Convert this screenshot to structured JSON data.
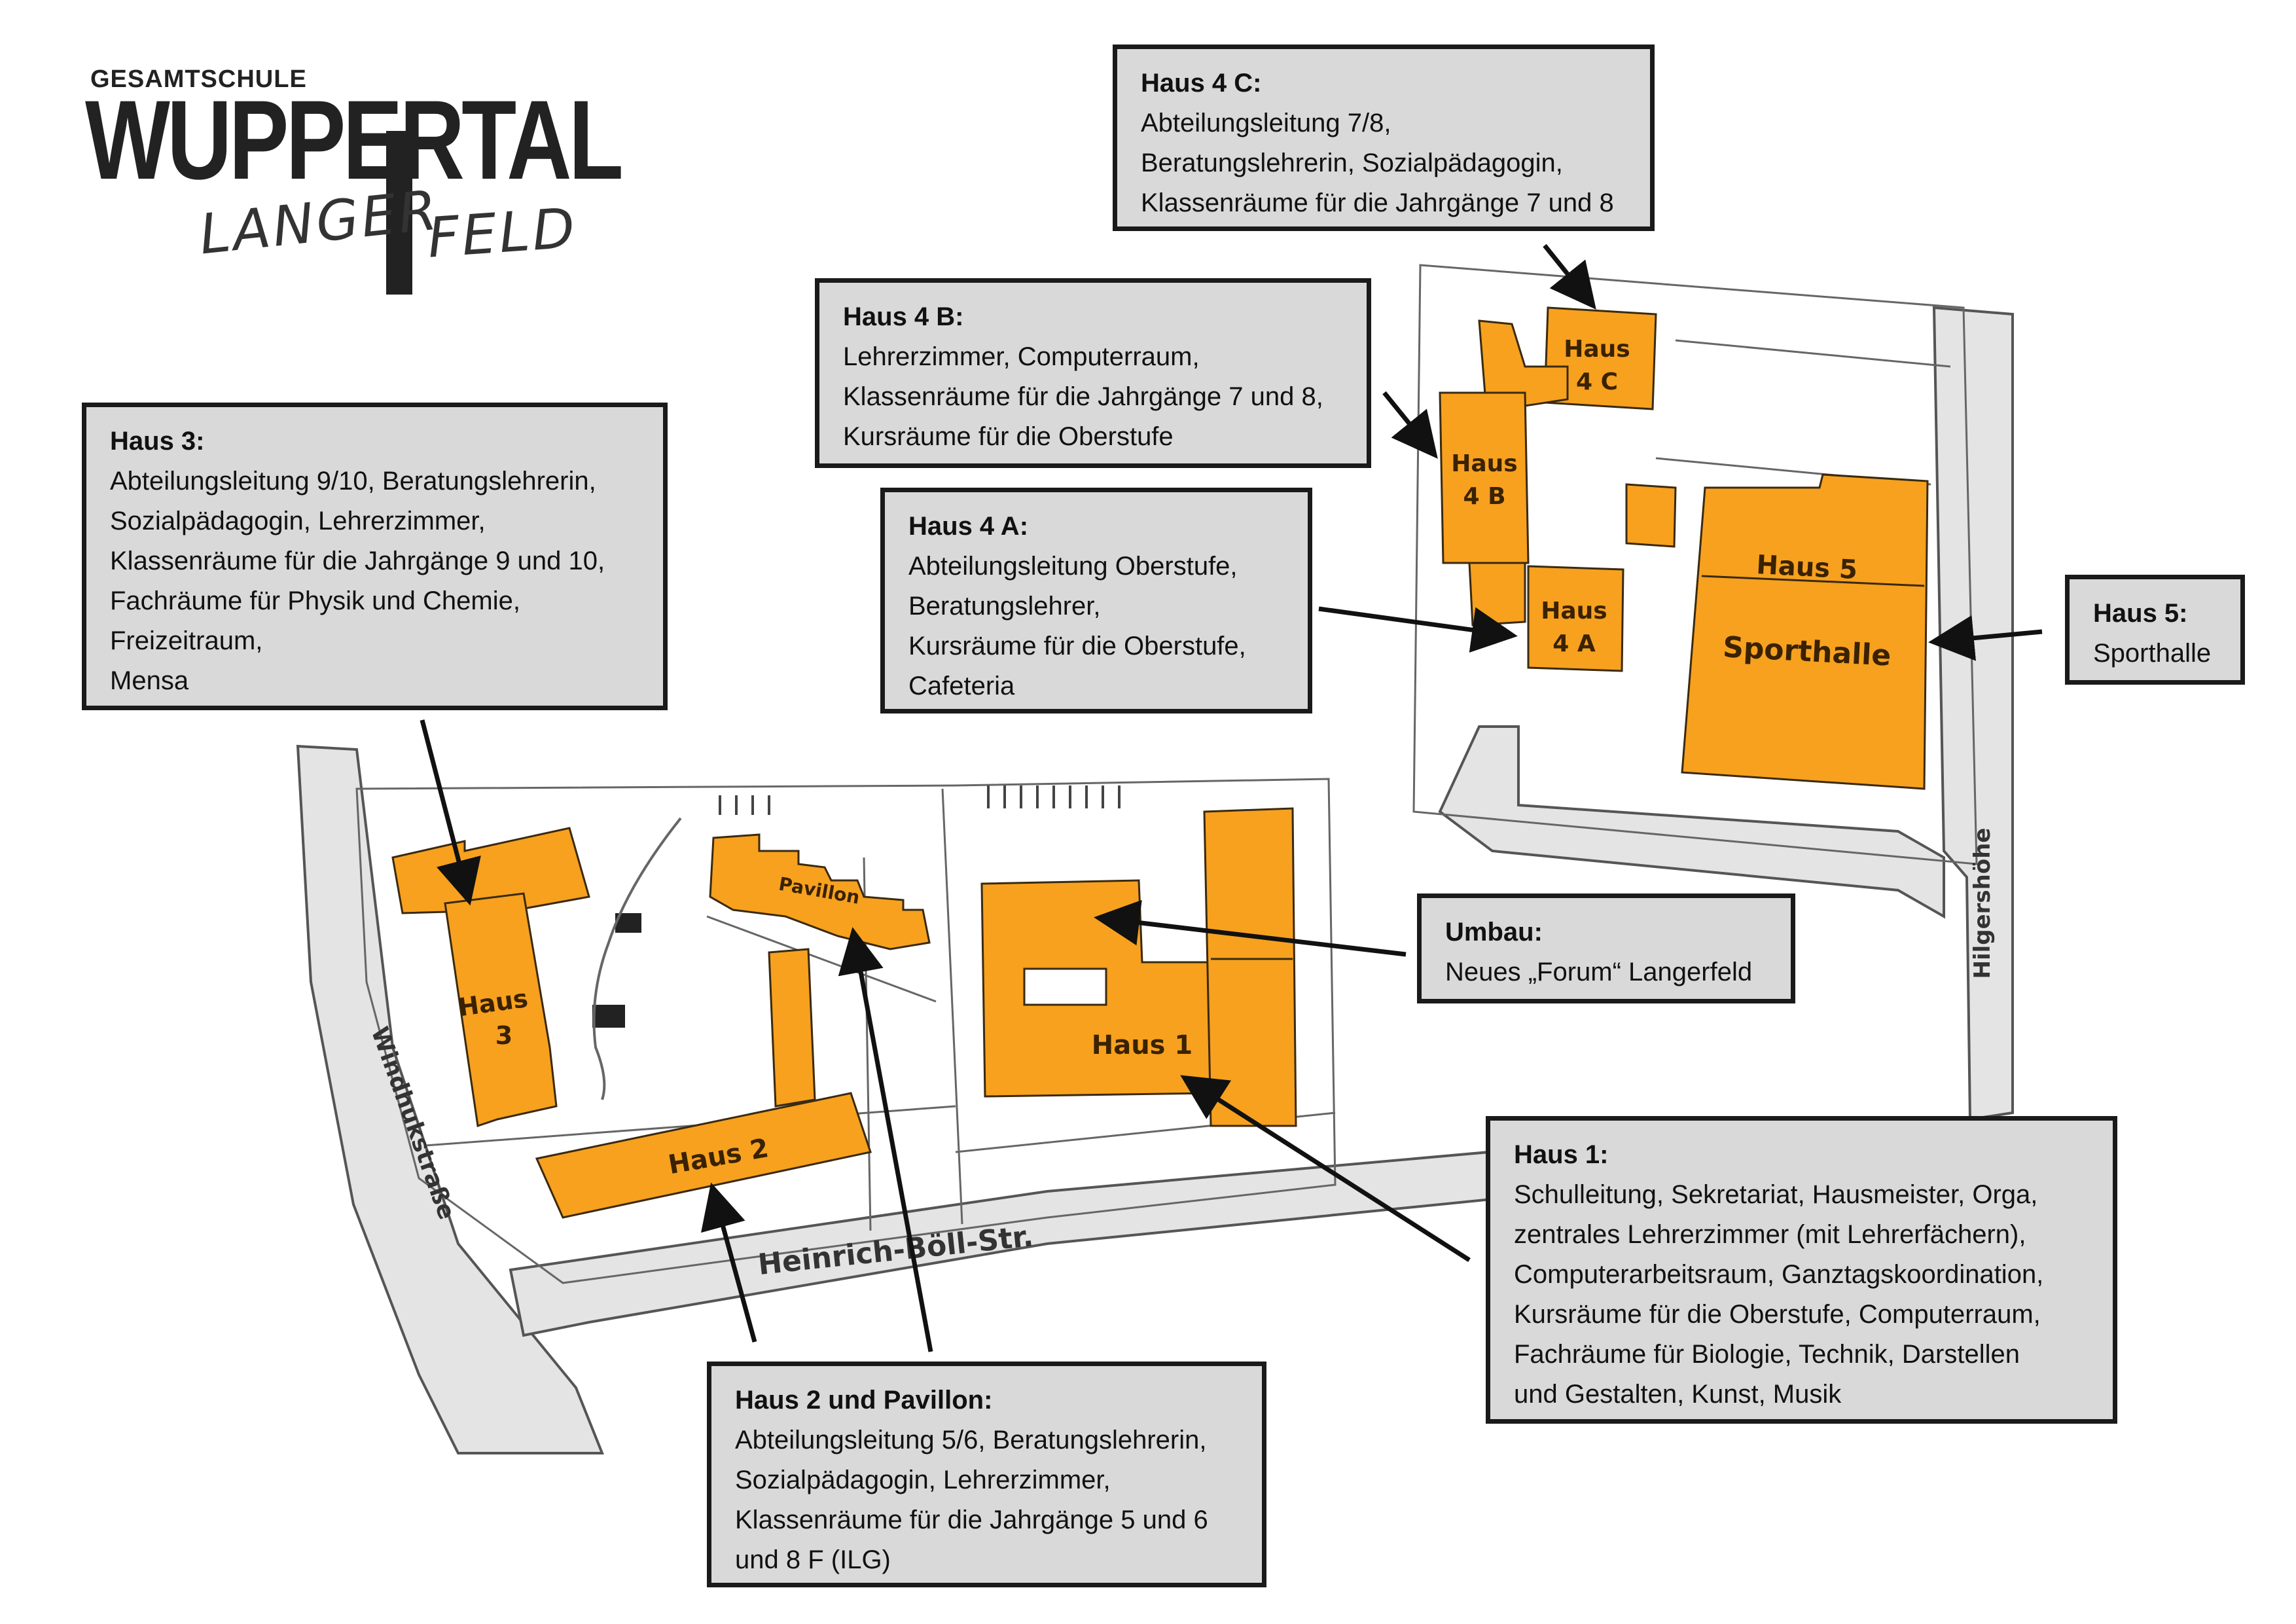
{
  "logo": {
    "top_line": "GESAMTSCHULE",
    "main": "WUPPERTAL",
    "sub_left": "LANGER",
    "sub_right": "FELD"
  },
  "map_labels": {
    "haus1": "Haus 1",
    "haus2": "Haus 2",
    "haus3_line1": "Haus",
    "haus3_line2": "3",
    "pavillon": "Pavillon",
    "haus4a_line1": "Haus",
    "haus4a_line2": "4 A",
    "haus4b_line1": "Haus",
    "haus4b_line2": "4 B",
    "haus4c_line1": "Haus",
    "haus4c_line2": "4 C",
    "haus5": "Haus 5",
    "sporthalle": "Sporthalle"
  },
  "streets": {
    "heinrich_boell": "Heinrich-Böll-Str.",
    "windhuk": "Windhukstraße",
    "hilgershoehe": "Hilgershöhe"
  },
  "boxes": {
    "haus4c": {
      "title": "Haus 4 C:",
      "lines": [
        "Abteilungsleitung 7/8,",
        "Beratungslehrerin, Sozialpädagogin,",
        "Klassenräume für die Jahrgänge 7 und 8"
      ]
    },
    "haus4b": {
      "title": "Haus 4 B:",
      "lines": [
        "Lehrerzimmer, Computerraum,",
        "Klassenräume für die Jahrgänge 7 und 8,",
        "Kursräume für die Oberstufe"
      ]
    },
    "haus4a": {
      "title": "Haus 4 A:",
      "lines": [
        "Abteilungsleitung Oberstufe,",
        "Beratungslehrer,",
        "Kursräume für die Oberstufe,",
        "Cafeteria"
      ]
    },
    "haus3": {
      "title": "Haus 3:",
      "lines": [
        "Abteilungsleitung 9/10, Beratungslehrerin,",
        "Sozialpädagogin, Lehrerzimmer,",
        "Klassenräume für die Jahrgänge 9 und 10,",
        "Fachräume für Physik und Chemie,",
        "Freizeitraum,",
        "Mensa"
      ]
    },
    "haus5": {
      "title": "Haus 5:",
      "lines": [
        "Sporthalle"
      ]
    },
    "umbau": {
      "title": "Umbau:",
      "lines": [
        "Neues „Forum“ Langerfeld"
      ]
    },
    "haus1": {
      "title": "Haus 1:",
      "lines": [
        "Schulleitung, Sekretariat, Hausmeister, Orga,",
        "zentrales Lehrerzimmer (mit Lehrerfächern),",
        "Computerarbeitsraum, Ganztagskoordination,",
        "Kursräume für die Oberstufe, Computerraum,",
        "Fachräume für Biologie, Technik, Darstellen",
        "und Gestalten, Kunst, Musik"
      ]
    },
    "haus2": {
      "title": "Haus 2 und Pavillon:",
      "lines": [
        "Abteilungsleitung 5/6, Beratungslehrerin,",
        "Sozialpädagogin, Lehrerzimmer,",
        "Klassenräume für die Jahrgänge 5 und 6",
        "und 8 F (ILG)"
      ]
    }
  },
  "colors": {
    "building": "#f7a11f",
    "building_stroke": "#3a2a10",
    "box_fill": "#d9d9d9",
    "box_border": "#1a1a1a",
    "street": "#e4e4e4",
    "street_stroke": "#555555",
    "line": "#666666"
  }
}
